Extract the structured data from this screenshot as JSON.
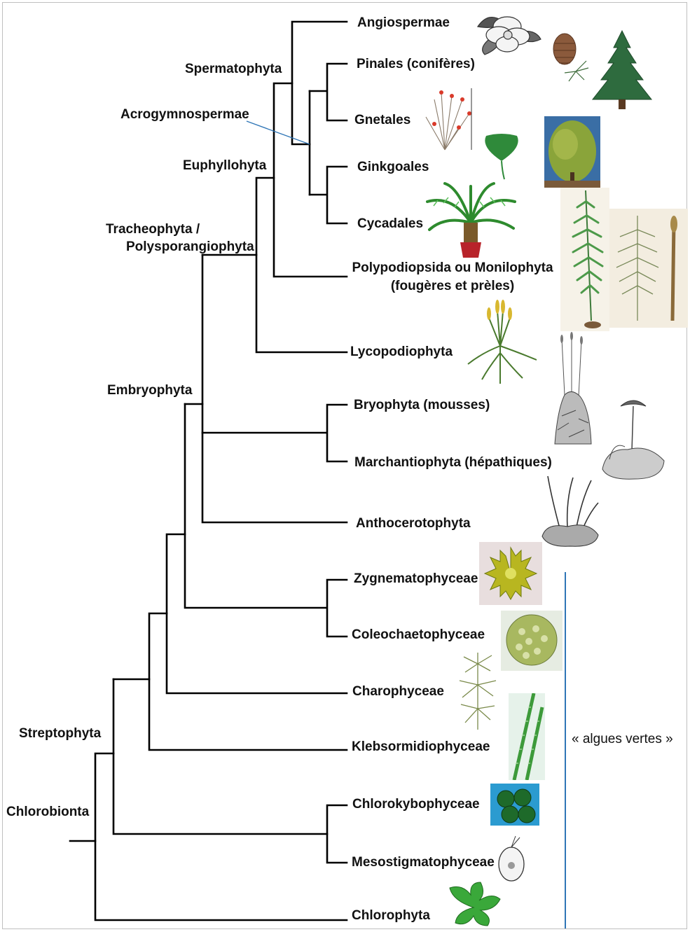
{
  "taxa": {
    "angiospermae": "Angiospermae",
    "pinales": "Pinales (conifères)",
    "gnetales": "Gnetales",
    "ginkgoales": "Ginkgoales",
    "cycadales": "Cycadales",
    "polypodiopsida_l1": "Polypodiopsida ou Monilophyta",
    "polypodiopsida_l2": "(fougères et prèles)",
    "lycopodiophyta": "Lycopodiophyta",
    "bryophyta": "Bryophyta (mousses)",
    "marchantiophyta": "Marchantiophyta (hépathiques)",
    "anthocerotophyta": "Anthocerotophyta",
    "zygnematophyceae": "Zygnematophyceae",
    "coleochaetophyceae": "Coleochaetophyceae",
    "charophyceae": "Charophyceae",
    "klebsormidiophyceae": "Klebsormidiophyceae",
    "chlorokybophyceae": "Chlorokybophyceae",
    "mesostigmatophyceae": "Mesostigmatophyceae",
    "chlorophyta": "Chlorophyta"
  },
  "clades": {
    "spermatophyta": "Spermatophyta",
    "acrogymnospermae": "Acrogymnospermae",
    "euphyllophyta": "Euphyllohyta",
    "tracheophyta_l1": "Tracheophyta /",
    "tracheophyta_l2": "Polysporangiophyta",
    "embryophyta": "Embryophyta",
    "streptophyta": "Streptophyta",
    "chlorobionta": "Chlorobionta"
  },
  "bracket": {
    "label": "« algues vertes »",
    "color": "#2e75b6"
  },
  "colors": {
    "branch": "#000000",
    "pointer": "#2e75b6"
  },
  "illustrations": [
    "magnolia-flower-icon",
    "cedar-cone-icon",
    "fir-tree-icon",
    "ephedra-plant-icon",
    "ginkgo-leaf-icon",
    "ginkgo-tree-icon",
    "cycad-icon",
    "fern-frond-icon",
    "horsetail-icon",
    "lycopod-icon",
    "moss-icon",
    "liverwort-icon",
    "hornwort-icon",
    "desmid-icon",
    "coleochaete-icon",
    "chara-icon",
    "klebsormidium-icon",
    "chlorokybus-icon",
    "mesostigma-icon",
    "sea-lettuce-icon"
  ]
}
